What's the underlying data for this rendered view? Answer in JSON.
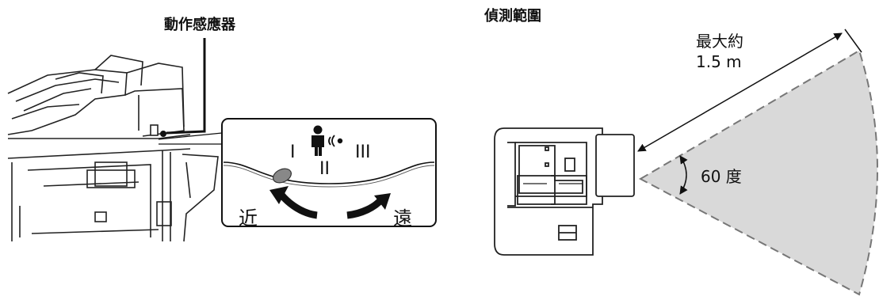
{
  "left": {
    "title": "動作感應器",
    "dial": {
      "positions": [
        "I",
        "II",
        "III"
      ],
      "near": "近",
      "far": "遠"
    }
  },
  "right": {
    "title": "偵測範圍",
    "distance_line1": "最大約",
    "distance_line2": "1.5 m",
    "angle": "60 度"
  }
}
